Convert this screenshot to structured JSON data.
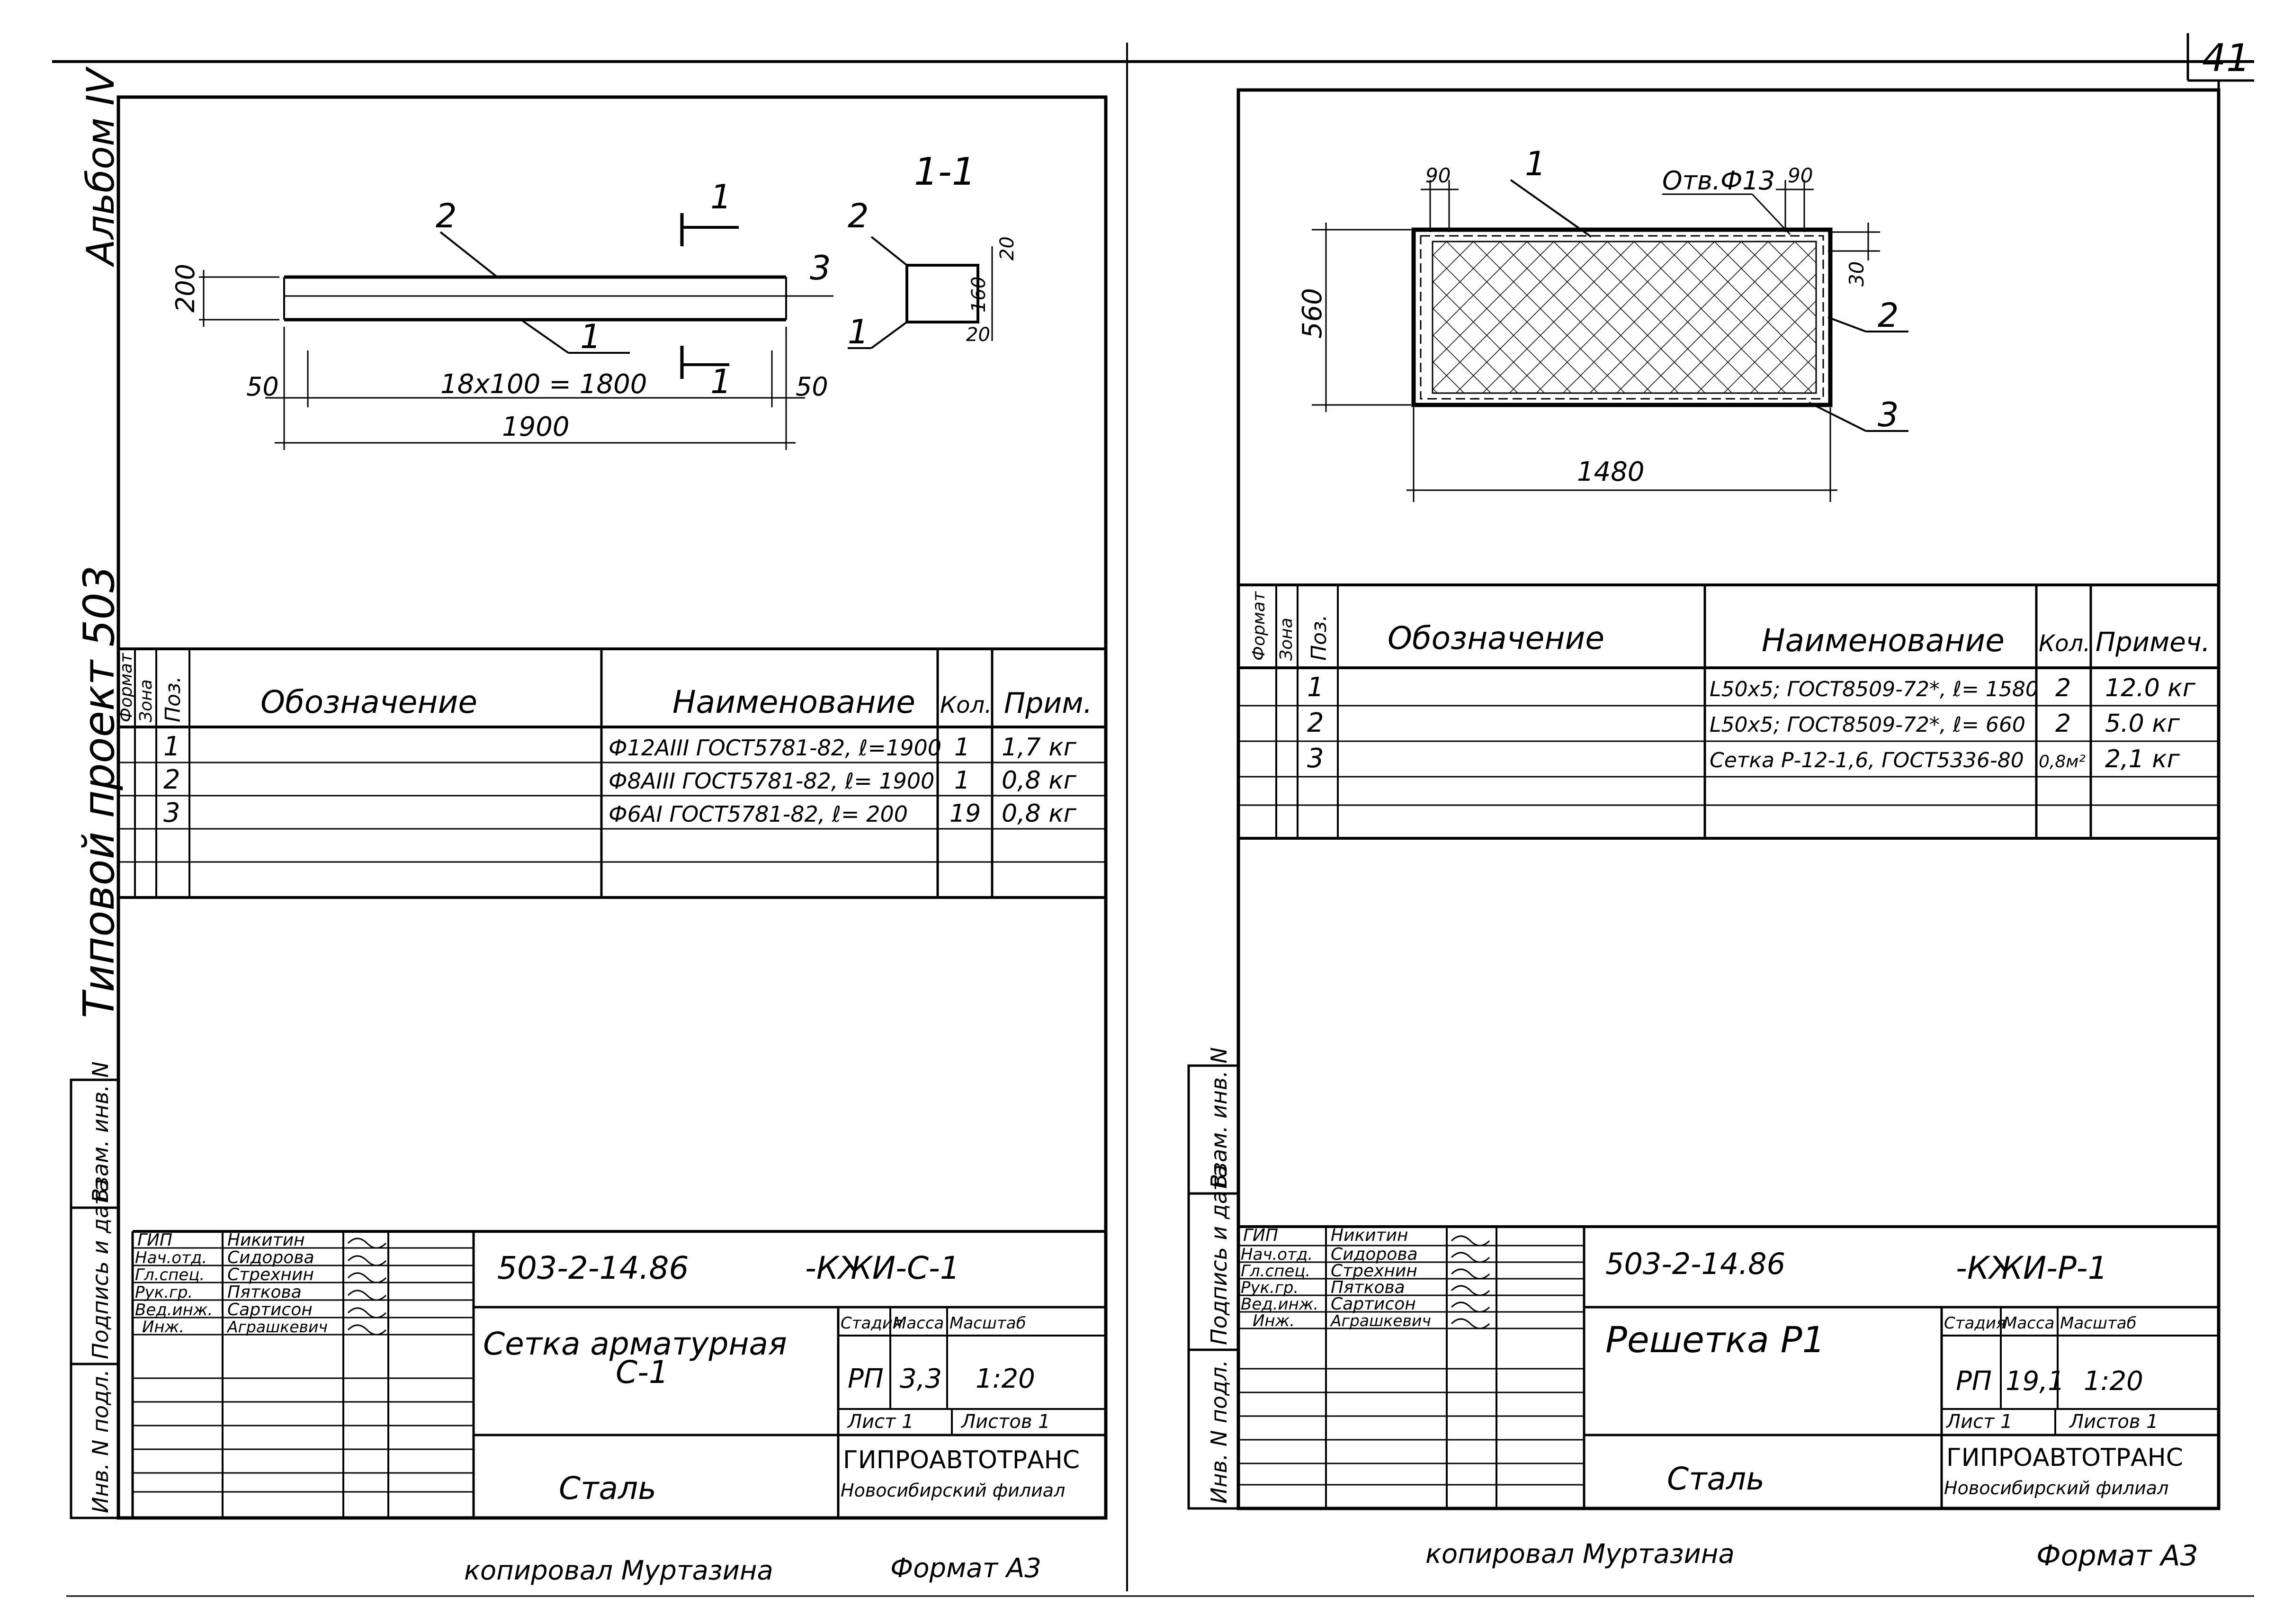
{
  "page_number": "41",
  "left_sheet": {
    "album_label": "Альбом IV",
    "project_label": "Типовой проект 503",
    "section_label": "1-1",
    "callouts": {
      "p1": "1",
      "p2": "2",
      "p3": "3",
      "cut": "1"
    },
    "dims": {
      "height": "200",
      "spacing": "18х100 = 1800",
      "left_end": "50",
      "right_end": "50",
      "total": "1900",
      "sec_top": "20",
      "sec_mid": "160",
      "sec_bot": "20"
    },
    "spec_headers": {
      "format": "Формат",
      "zone": "Зона",
      "pos": "Поз.",
      "designation": "Обозначение",
      "name": "Наименование",
      "qty": "Кол.",
      "note": "Прим."
    },
    "spec_rows": [
      {
        "pos": "1",
        "name": "Ф12АIII ГОСТ5781-82, ℓ=1900",
        "qty": "1",
        "note": "1,7 кг"
      },
      {
        "pos": "2",
        "name": "Ф8АIII ГОСТ5781-82, ℓ= 1900",
        "qty": "1",
        "note": "0,8 кг"
      },
      {
        "pos": "3",
        "name": "Ф6АI ГОСТ5781-82, ℓ= 200",
        "qty": "19",
        "note": "0,8 кг"
      }
    ],
    "side_stamp": [
      "Инв. N подл.",
      "Подпись и дата",
      "Взам. инв. N"
    ],
    "title_block": {
      "roles": [
        "ГИП",
        "Нач.отд.",
        "Гл.спец.",
        "Рук.гр.",
        "Вед.инж.",
        "Инж."
      ],
      "names": [
        "Никитин",
        "Сидорова",
        "Стрехнин",
        "Пяткова",
        "Сартисон",
        "Аграшкевич"
      ],
      "code": "503-2-14.86",
      "code_suffix": "-КЖИ-С-1",
      "title_line1": "Сетка арматурная",
      "title_line2": "С-1",
      "stage_label": "Стадия",
      "mass_label": "Масса",
      "scale_label": "Масштаб",
      "stage": "РП",
      "mass": "3,3",
      "scale": "1:20",
      "sheet": "Лист 1",
      "sheets": "Листов 1",
      "material": "Сталь",
      "org": "ГИПРОАВТОТРАНС",
      "branch": "Новосибирский филиал"
    },
    "footer_copied": "копировал Муртазина",
    "footer_format": "Формат А3"
  },
  "right_sheet": {
    "callouts": {
      "p1": "1",
      "p2": "2",
      "p3": "3"
    },
    "dims": {
      "edge_left": "90",
      "edge_right": "90",
      "hole": "Отв.Ф13",
      "edge_side": "30",
      "height": "560",
      "width": "1480"
    },
    "spec_headers": {
      "format": "Формат",
      "zone": "Зона",
      "pos": "Поз.",
      "designation": "Обозначение",
      "name": "Наименование",
      "qty": "Кол.",
      "note": "Примеч."
    },
    "spec_rows": [
      {
        "pos": "1",
        "name": "L50х5; ГОСТ8509-72*, ℓ= 1580",
        "qty": "2",
        "note": "12.0 кг"
      },
      {
        "pos": "2",
        "name": "L50х5; ГОСТ8509-72*, ℓ= 660",
        "qty": "2",
        "note": "5.0 кг"
      },
      {
        "pos": "3",
        "name": "Сетка Р-12-1,6, ГОСТ5336-80",
        "qty": "0,8м²",
        "note": "2,1 кг"
      }
    ],
    "side_stamp": [
      "Инв. N подл.",
      "Подпись и дата",
      "Взам. инв. N"
    ],
    "title_block": {
      "roles": [
        "ГИП",
        "Нач.отд.",
        "Гл.спец.",
        "Рук.гр.",
        "Вед.инж.",
        "Инж."
      ],
      "names": [
        "Никитин",
        "Сидорова",
        "Стрехнин",
        "Пяткова",
        "Сартисон",
        "Аграшкевич"
      ],
      "code": "503-2-14.86",
      "code_suffix": "-КЖИ-Р-1",
      "title_line1": "Решетка Р1",
      "stage_label": "Стадия",
      "mass_label": "Масса",
      "scale_label": "Масштаб",
      "stage": "РП",
      "mass": "19,1",
      "scale": "1:20",
      "sheet": "Лист 1",
      "sheets": "Листов 1",
      "material": "Сталь",
      "org": "ГИПРОАВТОТРАНС",
      "branch": "Новосибирский филиал"
    },
    "footer_copied": "копировал Муртазина",
    "footer_format": "Формат А3"
  }
}
